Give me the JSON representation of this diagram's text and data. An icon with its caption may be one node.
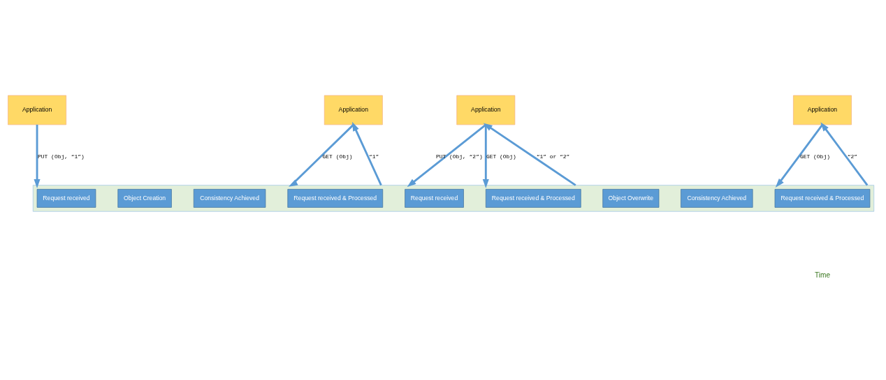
{
  "diagram": {
    "nodes": [
      {
        "text": [
          "Application"
        ]
      },
      {
        "text": [
          "Application"
        ]
      },
      {
        "text": [
          "Application"
        ]
      },
      {
        "text": [
          "Application"
        ]
      },
      {
        "text": [],
        "shape": "box"
      },
      {
        "text": [
          "Request received"
        ],
        "in": 4
      },
      {
        "text": [
          "Object Creation"
        ],
        "in": 4
      },
      {
        "text": [
          "Consistency Achieved"
        ],
        "in": 4
      },
      {
        "text": [
          "Request received & Processed"
        ],
        "in": 4
      },
      {
        "text": [
          "Request received"
        ],
        "in": 4
      },
      {
        "text": [
          "Request received & Processed"
        ],
        "in": 4
      },
      {
        "text": [
          "Object Overwrite"
        ],
        "in": 4
      },
      {
        "text": [
          "Consistency Achieved"
        ],
        "in": 4
      },
      {
        "text": [
          "Request received & Processed"
        ],
        "in": 4
      }
    ],
    "edges": [
      {
        "from": 0,
        "to": 4,
        "arrow": "to",
        "label": "PUT (Obj, “1”)"
      },
      {
        "from": 1,
        "to": 4,
        "arrow": "to",
        "label": "GET (Obj)"
      },
      {
        "from": 4,
        "to": 1,
        "arrow": "to",
        "label": "“1”"
      },
      {
        "from": 2,
        "to": 4,
        "arrow": "to",
        "label": "PUT (Obj, “2”)"
      },
      {
        "from": 2,
        "to": 4,
        "arrow": "to",
        "label": "GET (Obj)"
      },
      {
        "from": 4,
        "to": 2,
        "arrow": "to",
        "label": "“1” or “2”"
      },
      {
        "from": 3,
        "to": 4,
        "arrow": "to",
        "label": "GET (Obj)"
      },
      {
        "from": 4,
        "to": 3,
        "arrow": "to",
        "label": "“2”"
      }
    ],
    "labels": [
      "Time"
    ]
  }
}
